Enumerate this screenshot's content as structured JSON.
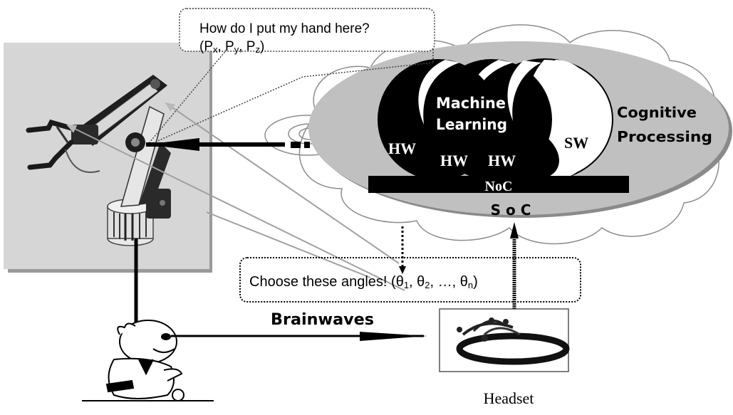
{
  "diagram": {
    "speech_bubble": {
      "line1": "How do I put my hand here?",
      "line2_parts": [
        "(P",
        "x",
        ", P",
        "y",
        ", P",
        "z",
        ")"
      ]
    },
    "angles_bubble": {
      "prefix": "Choose these angles! (",
      "parts": [
        "θ",
        "1",
        ", θ",
        "2",
        ", …, ",
        "θ",
        "n",
        ")"
      ]
    },
    "soc": {
      "machine_learning_line1": "Machine",
      "machine_learning_line2": "Learning",
      "cognitive_line1": "Cognitive",
      "cognitive_line2": "Processing",
      "hw_labels": [
        "HW",
        "HW",
        "HW"
      ],
      "sw_label": "SW",
      "noc_label": "NoC",
      "soc_label": "S o C"
    },
    "brainwaves_label": "Brainwaves",
    "headset_label": "Headset",
    "colors": {
      "soc_ellipse": "#c0c0c0",
      "soc_ellipse_shadow": "#8a8a8a",
      "robot_panel": "#d6d6d6",
      "robot_panel_shadow": "#9a9a9a",
      "cloud_stroke": "#8c8c8c",
      "ink": "#000000",
      "pointer_lines": "#a0a0a0"
    },
    "icons": {
      "robot_arm": "robot-arm-icon",
      "person": "person-cartoon-icon",
      "headset": "eeg-headset-icon"
    }
  }
}
